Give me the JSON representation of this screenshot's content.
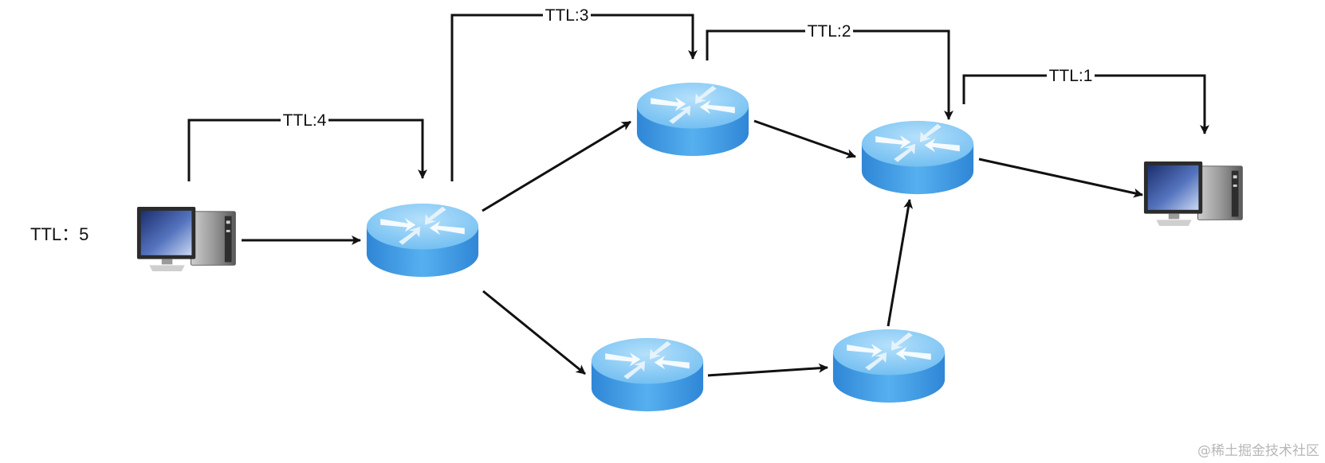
{
  "source_ttl_label": "TTL：5",
  "hops": [
    {
      "id": "hop-4",
      "label": "TTL:4"
    },
    {
      "id": "hop-3",
      "label": "TTL:3"
    },
    {
      "id": "hop-2",
      "label": "TTL:2"
    },
    {
      "id": "hop-1",
      "label": "TTL:1"
    }
  ],
  "nodes": [
    {
      "id": "source-computer",
      "kind": "computer",
      "icon": "desktop-computer-icon"
    },
    {
      "id": "router-1",
      "kind": "router",
      "icon": "router-icon"
    },
    {
      "id": "router-top",
      "kind": "router",
      "icon": "router-icon"
    },
    {
      "id": "router-right",
      "kind": "router",
      "icon": "router-icon"
    },
    {
      "id": "router-bottom-left",
      "kind": "router",
      "icon": "router-icon"
    },
    {
      "id": "router-bottom-right",
      "kind": "router",
      "icon": "router-icon"
    },
    {
      "id": "destination-computer",
      "kind": "computer",
      "icon": "desktop-computer-icon"
    }
  ],
  "links": [
    {
      "from": "source-computer",
      "to": "router-1"
    },
    {
      "from": "router-1",
      "to": "router-top"
    },
    {
      "from": "router-top",
      "to": "router-right"
    },
    {
      "from": "router-right",
      "to": "destination-computer"
    },
    {
      "from": "router-1",
      "to": "router-bottom-left"
    },
    {
      "from": "router-bottom-left",
      "to": "router-bottom-right"
    },
    {
      "from": "router-bottom-right",
      "to": "router-right"
    }
  ],
  "colors": {
    "router_top": "#8dcdf5",
    "router_side": "#3f98e0",
    "arrow": "#111111",
    "monitor_frame": "#2b2b2b",
    "tower": "#8a8a8a"
  },
  "watermark": "@稀土掘金技术社区"
}
